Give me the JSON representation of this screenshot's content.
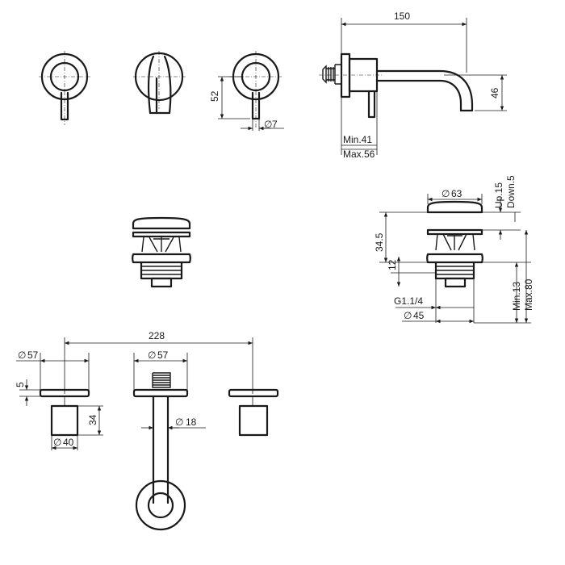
{
  "dimensions": {
    "spout_length": "150",
    "spout_height": "46",
    "wall_min": "Min.41",
    "wall_max": "Max.56",
    "handle_height": "52",
    "lever_dia": "7",
    "waste_dia": "63",
    "waste_up": "Up.15",
    "waste_down": "Down.5",
    "waste_height": "34.5",
    "waste_12": "12",
    "waste_thread": "G1.1/4",
    "waste_45": "45",
    "waste_min": "Min.13",
    "waste_max": "Max.80",
    "centers": "228",
    "rosette_left": "57",
    "rosette_mid": "57",
    "rosette_thk": "5",
    "handle_body_h": "34",
    "handle_body_dia": "40",
    "spout_dia": "18"
  },
  "symbols": {
    "diameter": "∅"
  }
}
